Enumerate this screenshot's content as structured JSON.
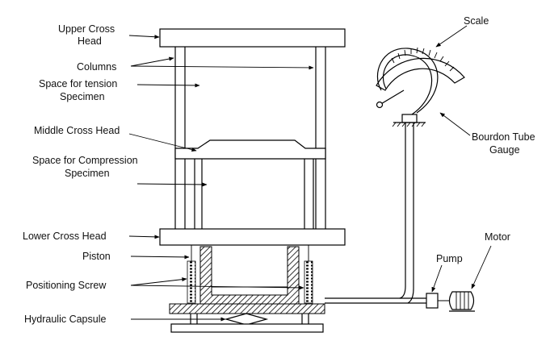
{
  "labels": {
    "upper_cross_head_1": "Upper Cross",
    "upper_cross_head_2": "Head",
    "columns": "Columns",
    "tension_space_1": "Space for tension",
    "tension_space_2": "Specimen",
    "middle_cross_head": "Middle Cross Head",
    "compression_space_1": "Space for Compression",
    "compression_space_2": "Specimen",
    "lower_cross_head": "Lower Cross Head",
    "piston": "Piston",
    "positioning_screw": "Positioning Screw",
    "hydraulic_capsule": "Hydraulic Capsule",
    "scale": "Scale",
    "bourdon_1": "Bourdon Tube",
    "bourdon_2": "Gauge",
    "pump": "Pump",
    "motor": "Motor"
  }
}
